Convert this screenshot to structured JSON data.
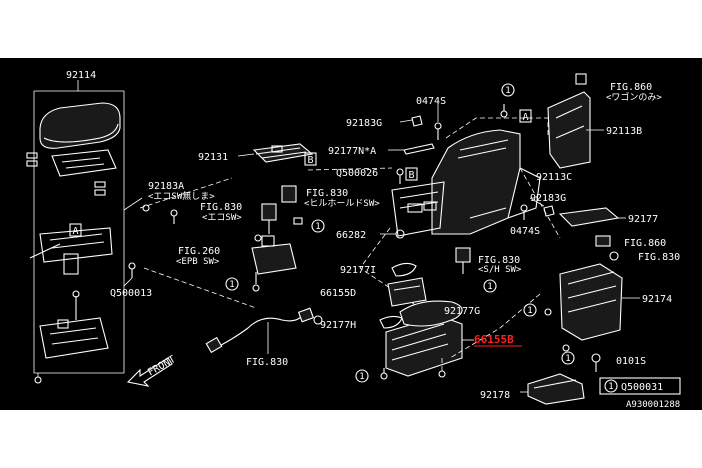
{
  "diagram": {
    "highlight_part": "66155B",
    "part_labels": {
      "p92114": "92114",
      "p92183A": "92183A",
      "p92183A_sub": "<エコSW無しま>",
      "pQ500013": "Q500013",
      "pFIG830_eco": "FIG.830",
      "pFIG830_eco_sub": "<エコSW>",
      "pFIG260": "FIG.260",
      "pFIG260_sub": "<EPB SW>",
      "p92131": "92131",
      "pFIG830_hill": "FIG.830",
      "pFIG830_hill_sub": "<ヒルホールドSW>",
      "p92183G_top": "92183G",
      "p0474S_top": "0474S",
      "p92177N": "92177N*A",
      "pQ500026": "Q500026",
      "p66282": "66282",
      "p92177I": "92177I",
      "p66155D": "66155D",
      "p92177H": "92177H",
      "p92177G": "92177G",
      "pFIG830_sh": "FIG.830",
      "pFIG830_sh_sub": "<S/H SW>",
      "p92113C": "92113C",
      "p92183G_right": "92183G",
      "p0474S_right": "0474S",
      "pFIG860_top": "FIG.860",
      "pFIG860_top_sub": "<ワゴンのみ>",
      "p92113B": "92113B",
      "p92177": "92177",
      "pFIG860_mid": "FIG.860",
      "pFIG830_right": "FIG.830",
      "p92174": "92174",
      "p0101S": "0101S",
      "p92178": "92178",
      "pFIG830_bottom": "FIG.830",
      "front": "FRONT"
    },
    "reference_boxes": {
      "a_left": "A",
      "a_right": "A",
      "b_left": "B",
      "b_right": "B"
    },
    "callout_symbol": "1",
    "legend": {
      "symbol": "1",
      "part": "Q500031"
    },
    "diagram_code": "A930001288"
  }
}
